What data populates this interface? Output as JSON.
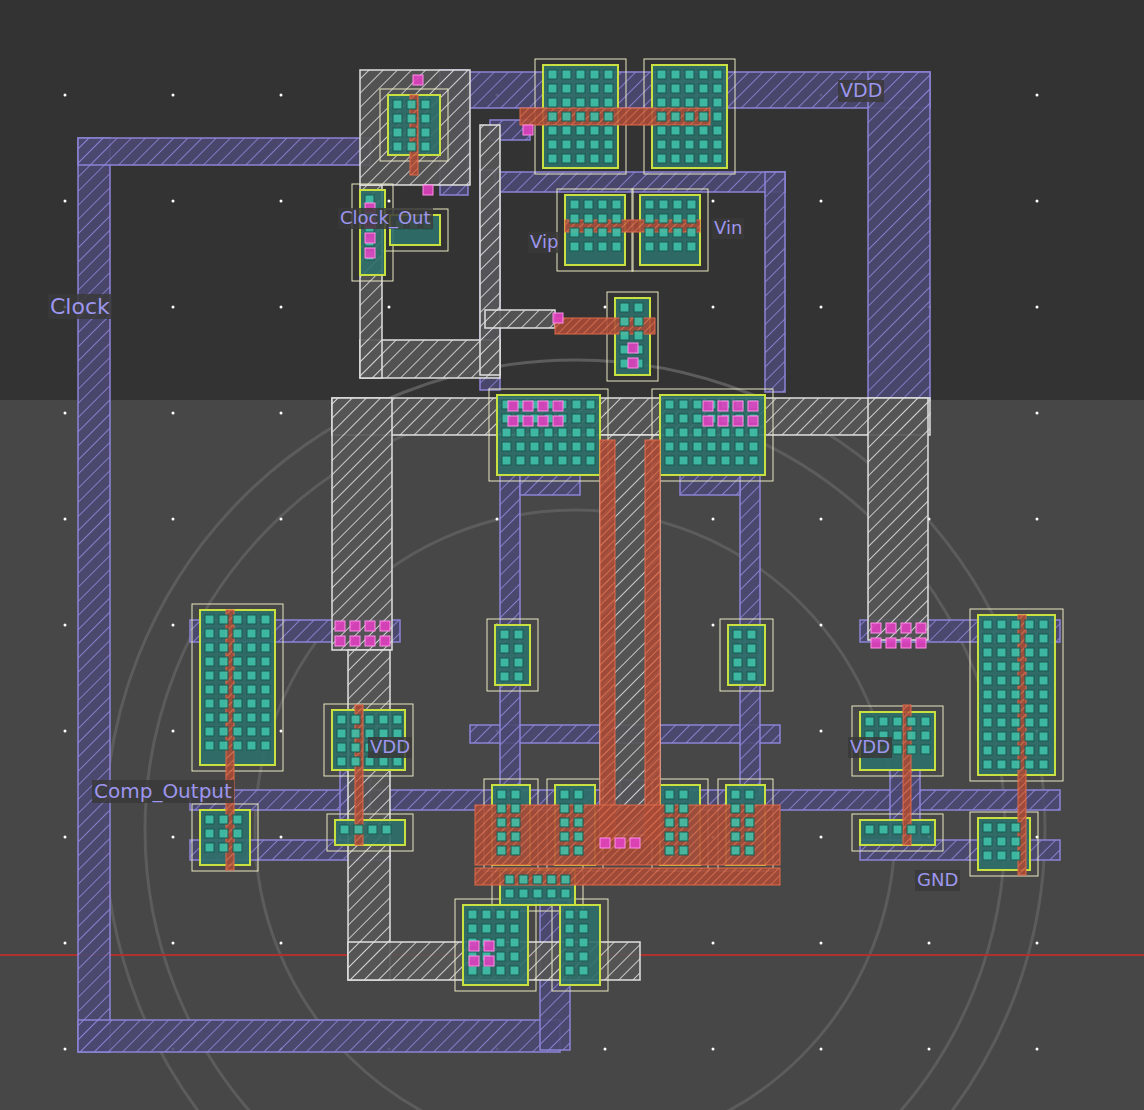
{
  "diagram": {
    "labels": [
      "VDD",
      "Clock_Out",
      "Vip",
      "Vin",
      "Clock",
      "Comp_Output",
      "VDD",
      "VDD",
      "GND"
    ]
  }
}
